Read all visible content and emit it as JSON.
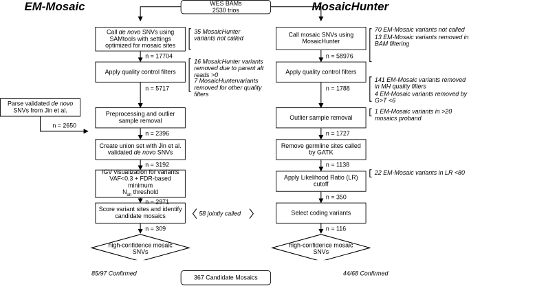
{
  "headings": {
    "left": "EM-Mosaic",
    "right": "MosaicHunter"
  },
  "top": {
    "line1": "WES BAMs",
    "line2": "2530 trios"
  },
  "left": {
    "step1": {
      "pre": "Call ",
      "em": "de novo",
      "post": " SNVs using SAMtools with settings optimized for mosaic sites"
    },
    "step2": "Apply quality control filters",
    "step3": "Preprocessing and outlier sample removal",
    "step4": {
      "pre": "Create union set with Jin et al. validated ",
      "em": "de novo",
      "post": " SNVs"
    },
    "step5": {
      "line1": "IGV visualization for variants",
      "line2": "VAF<0.3  + FDR-based minimum",
      "n": "N",
      "sub": "alt",
      "tail": " threshold"
    },
    "step6": "Score variant sites and identify candidate mosaics",
    "decision": "high-confidence mosaic SNVs",
    "confirmed": "85/97 Confirmed",
    "counts": [
      "n = 17704",
      "n = 5717",
      "n = 2396",
      "n = 3192",
      "n = 2971",
      "n = 309"
    ],
    "notes": [
      "35 MosaicHunter variants not called",
      "16 MosaicHunter variants removed due to parent alt reads >0",
      "7 MosaicHuntervariants removed for other quality filters"
    ]
  },
  "side": {
    "box": {
      "pre": "Parse validated ",
      "em": "de novo",
      "post": " SNVs from Jin et al."
    },
    "count": "n = 2650"
  },
  "joint": "58 jointly called",
  "right": {
    "step1": "Call mosaic SNVs using MosaicHunter",
    "step2": "Apply quality control filters",
    "step3": "Outlier sample removal",
    "step4": "Remove germline sites called by GATK",
    "step5": "Apply Likelihood Ratio (LR) cutoff",
    "step6": "Select coding variants",
    "decision": "high-confidence mosaic SNVs",
    "confirmed": "44/68 Confirmed",
    "counts": [
      "n = 58976",
      "n = 1788",
      "n = 1727",
      "n = 1138",
      "n = 350",
      "n = 116"
    ],
    "notes": [
      "70 EM-Mosaic variants not called",
      "13 EM-Mosaic variants removed in BAM filtering",
      "141 EM-Mosaic variants removed in MH quality filters",
      "4 EM-Mosaic variants removed by G>T <6",
      "1 EM-Mosaic variants in >20 mosaics proband",
      "22 EM-Mosaic variants in LR <80"
    ]
  },
  "final": "367 Candidate Mosaics"
}
